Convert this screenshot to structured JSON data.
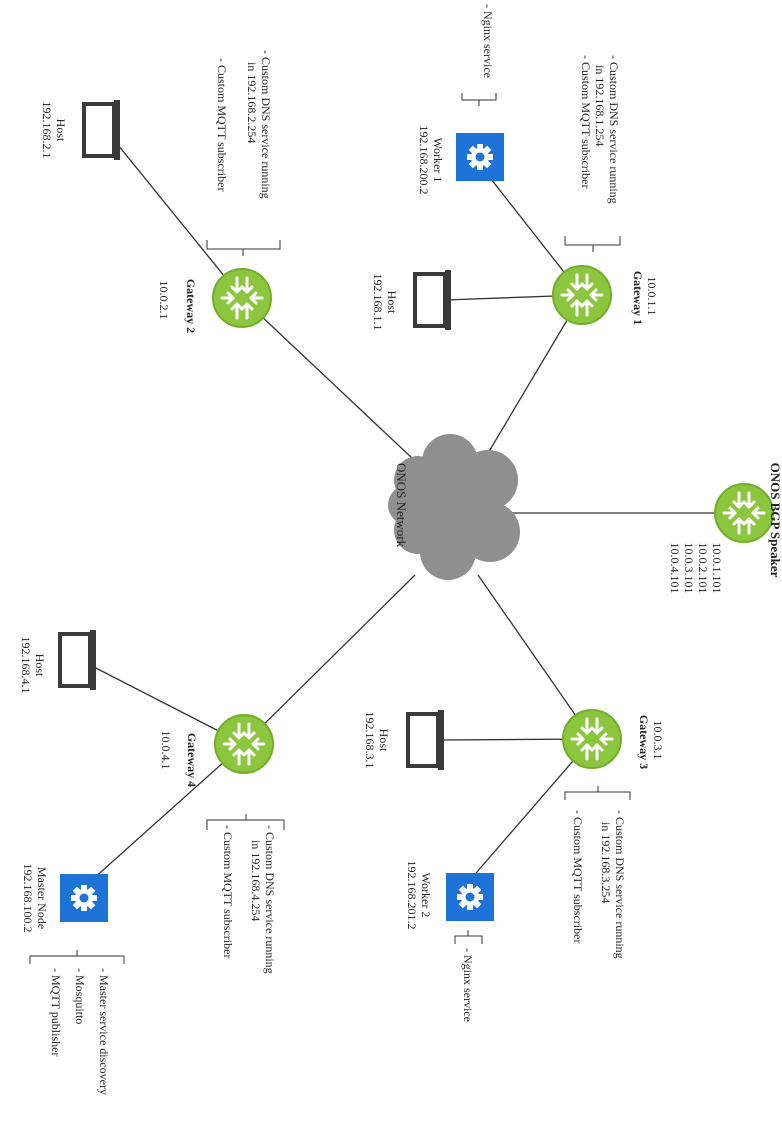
{
  "network": {
    "cloud_label": "ONOS Network"
  },
  "speaker": {
    "name": "ONOS BGP Speaker",
    "ips": [
      "10.0.1.101",
      "10.0.2.101",
      "10.0.3.101",
      "10.0.4.101"
    ]
  },
  "gateways": [
    {
      "name": "Gateway 1",
      "ip": "10.0.1.1",
      "services": [
        "- Custom DNS service running",
        "in 192.168.1.254",
        "- Custom MQTT subscriber"
      ]
    },
    {
      "name": "Gateway 2",
      "ip": "10.0.2.1",
      "services": [
        "- Custom DNS service running",
        "in 192.168.2.254",
        "- Custom MQTT subscriber"
      ]
    },
    {
      "name": "Gateway 3",
      "ip": "10.0.3.1",
      "services": [
        "- Custom DNS service running",
        "in 192.168.3.254",
        "- Custom MQTT subscriber"
      ]
    },
    {
      "name": "Gateway 4",
      "ip": "10.0.4.1",
      "services": [
        "- Custom DNS service running",
        "in 192.168.4.254",
        "- Custom MQTT subscriber"
      ]
    }
  ],
  "hosts": [
    {
      "name": "Host",
      "ip": "192.168.1.1"
    },
    {
      "name": "Host",
      "ip": "192.168.2.1"
    },
    {
      "name": "Host",
      "ip": "192.168.3.1"
    },
    {
      "name": "Host",
      "ip": "192.168.4.1"
    }
  ],
  "workers": [
    {
      "name": "Worker 1",
      "ip": "192.168.200.2",
      "services": [
        "- Nginx service"
      ]
    },
    {
      "name": "Worker 2",
      "ip": "192.168.201.2",
      "services": [
        "- Nginx service"
      ]
    }
  ],
  "master": {
    "name": "Master Node",
    "ip": "192.168.100.2",
    "services": [
      "- Master service discovery",
      "- Mosquitto",
      "- MQTT publisher"
    ]
  },
  "colors": {
    "router": "#8cc63f",
    "router_dark": "#74ad2b",
    "gear_box": "#1e73d8",
    "cloud": "#8f8f8f",
    "line": "#333333"
  }
}
